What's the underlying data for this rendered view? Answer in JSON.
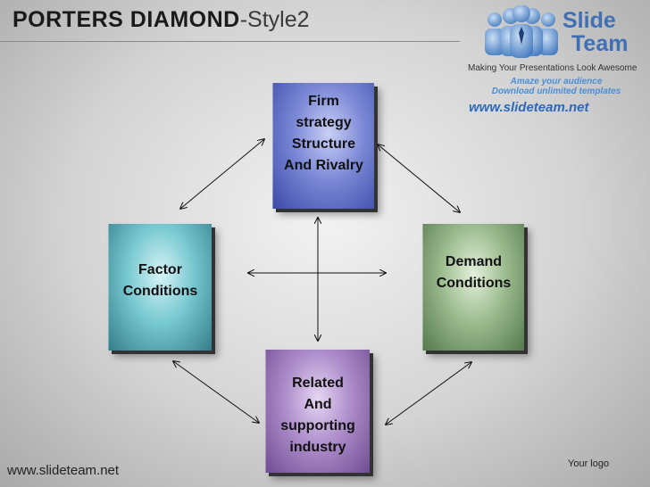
{
  "title": {
    "bold": "PORTERS DIAMOND",
    "light": "-Style2"
  },
  "logo": {
    "brand_line1": "Slide",
    "brand_line2": "Team",
    "tagline": "Making Your Presentations Look Awesome",
    "promo_line1": "Amaze your audience",
    "promo_line2": "Download unlimited templates",
    "site": "www.slideteam.net"
  },
  "boxes": {
    "top": "Firm\nstrategy\nStructure\nAnd Rivalry",
    "left": "Factor\nConditions",
    "right": "Demand\nConditions",
    "bottom": "Related\nAnd\nsupporting\nindustry"
  },
  "colors": {
    "top": "#5563c1",
    "left": "#4fa8b3",
    "right": "#7c9a70",
    "bottom": "#8f6db0",
    "brand": "#3f6fb5"
  },
  "footer": {
    "url": "www.slideteam.net",
    "your_logo": "Your logo"
  }
}
